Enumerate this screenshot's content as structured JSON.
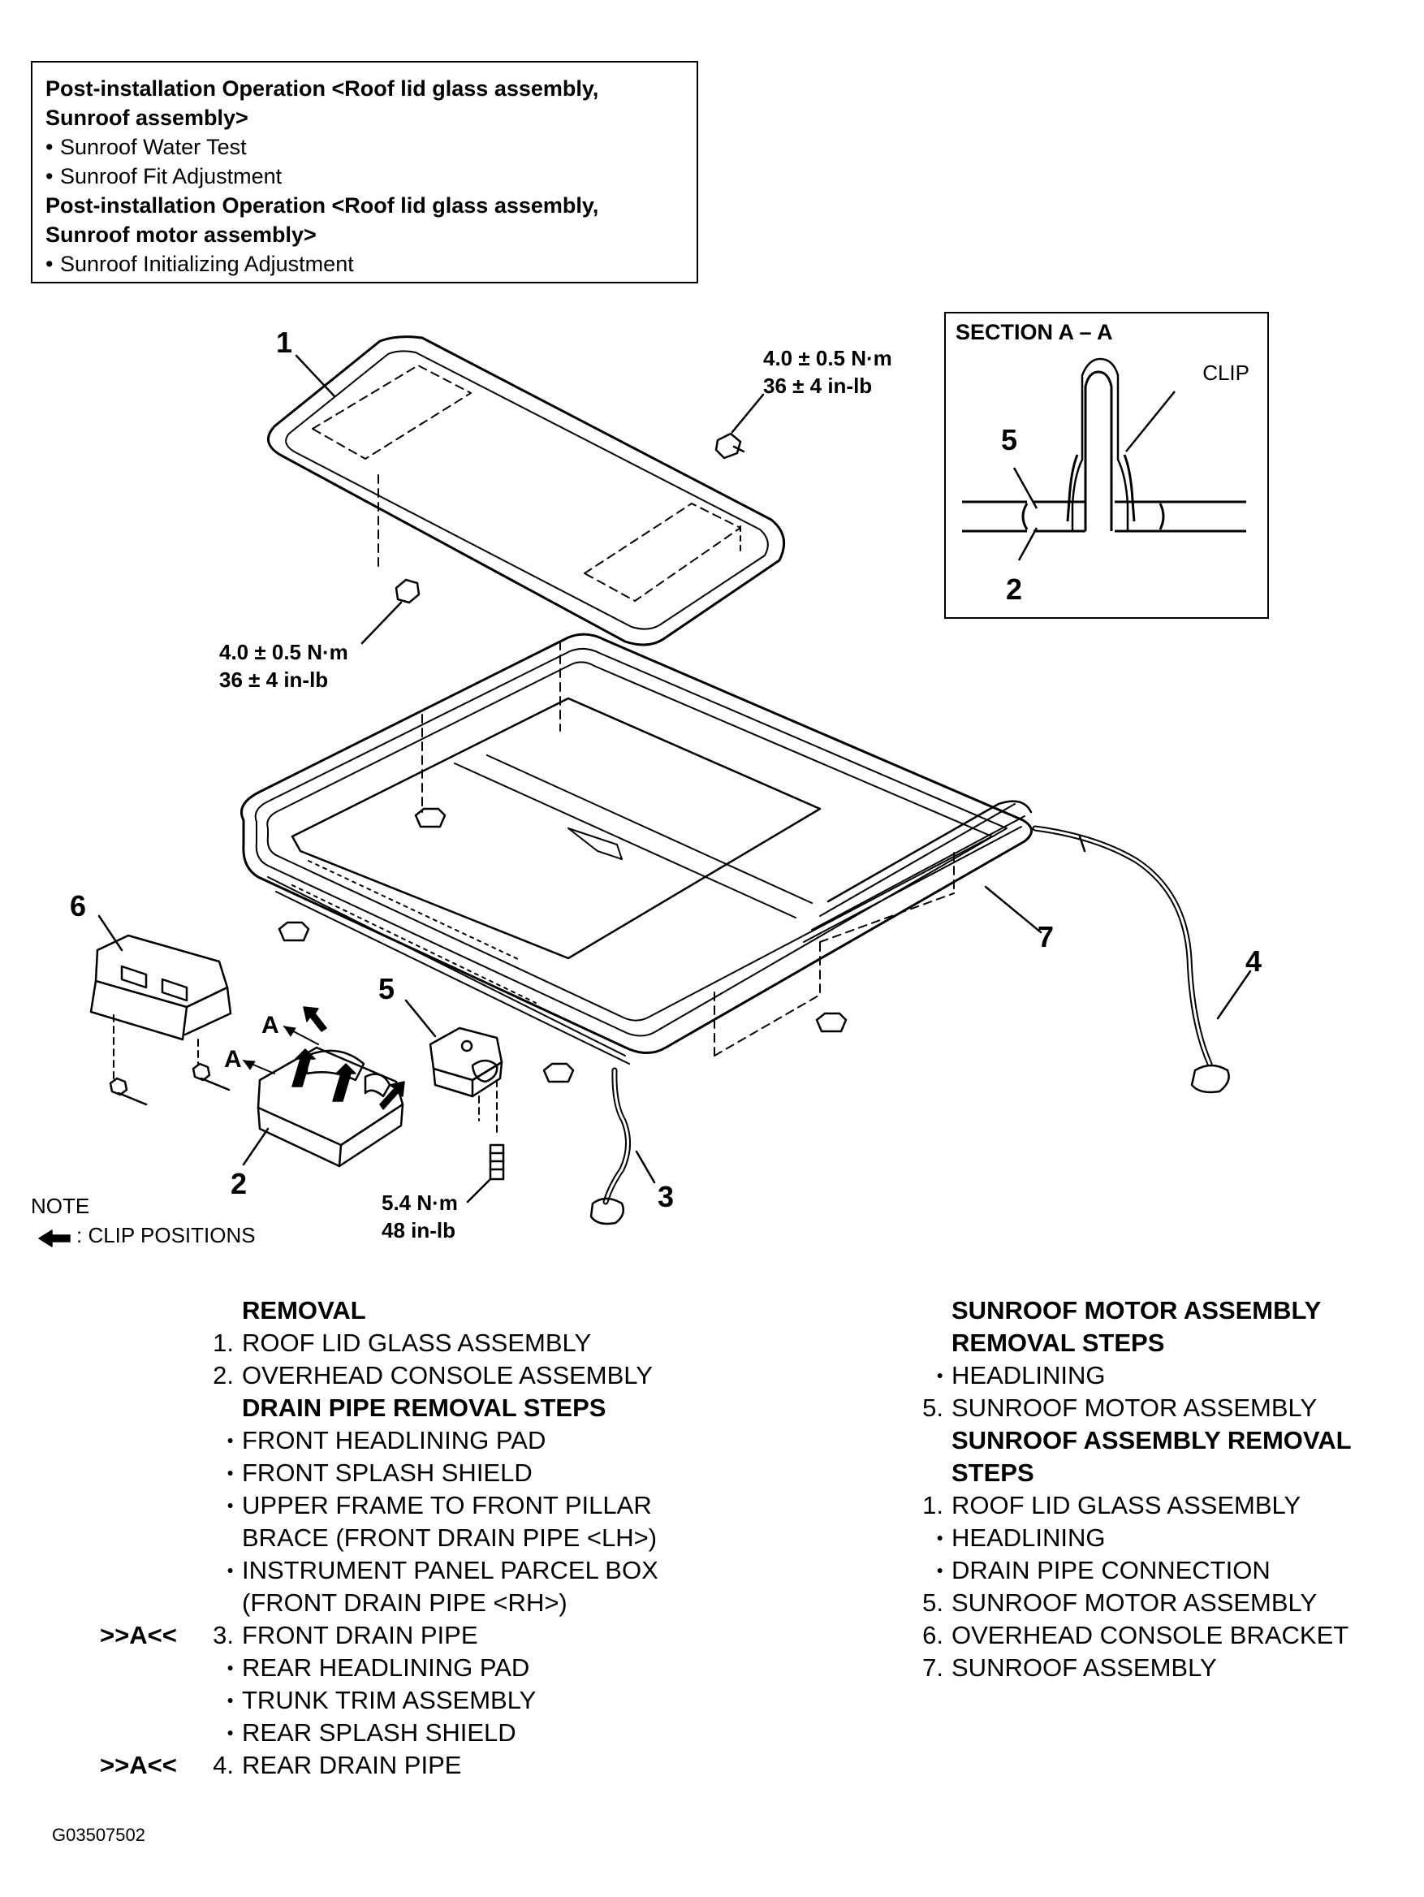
{
  "post_install": {
    "heading1_a": "Post-installation Operation <Roof lid glass assembly,",
    "heading1_b": "Sunroof assembly>",
    "item1": "Sunroof Water Test",
    "item2": "Sunroof Fit Adjustment",
    "heading2_a": "Post-installation Operation <Roof lid glass assembly,",
    "heading2_b": "Sunroof motor assembly>",
    "item3": "Sunroof Initializing Adjustment"
  },
  "section": {
    "title": "SECTION A – A",
    "clip_label": "CLIP",
    "callout_5": "5",
    "callout_2": "2"
  },
  "callouts": {
    "c1": "1",
    "c2": "2",
    "c3": "3",
    "c4": "4",
    "c5": "5",
    "c6": "6",
    "c7": "7",
    "a1": "A",
    "a2": "A"
  },
  "torques": {
    "top_right_nm": "4.0 ± 0.5 N·m",
    "top_right_inlb": "36 ± 4 in-lb",
    "left_nm": "4.0 ± 0.5 N·m",
    "left_inlb": "36 ± 4 in-lb",
    "motor_nm": "5.4 N·m",
    "motor_inlb": "48 in-lb"
  },
  "note": {
    "title": "NOTE",
    "legend": ": CLIP POSITIONS"
  },
  "removal": {
    "title": "REMOVAL",
    "s1": "ROOF LID GLASS ASSEMBLY",
    "s2": "OVERHEAD CONSOLE ASSEMBLY",
    "drain_title": "DRAIN PIPE REMOVAL STEPS",
    "d1": "FRONT HEADLINING PAD",
    "d2": "FRONT SPLASH SHIELD",
    "d3a": "UPPER FRAME TO FRONT PILLAR",
    "d3b": "BRACE (FRONT DRAIN PIPE <LH>)",
    "d4a": "INSTRUMENT PANEL PARCEL BOX",
    "d4b": "(FRONT DRAIN PIPE <RH>)",
    "d5": "FRONT DRAIN PIPE",
    "d6": "REAR HEADLINING PAD",
    "d7": "TRUNK TRIM ASSEMBLY",
    "d8": "REAR SPLASH SHIELD",
    "d9": "REAR DRAIN PIPE",
    "mark_a": ">>A<<",
    "n1": "1.",
    "n2": "2.",
    "n3": "3.",
    "n4": "4."
  },
  "motor": {
    "title_a": "SUNROOF MOTOR ASSEMBLY",
    "title_b": "REMOVAL STEPS",
    "m1": "HEADLINING",
    "m2": "SUNROOF MOTOR ASSEMBLY",
    "sun_title_a": "SUNROOF ASSEMBLY REMOVAL",
    "sun_title_b": "STEPS",
    "s1": "ROOF LID GLASS ASSEMBLY",
    "s2": "HEADLINING",
    "s3": "DRAIN PIPE CONNECTION",
    "s4": "SUNROOF MOTOR ASSEMBLY",
    "s5": "OVERHEAD CONSOLE BRACKET",
    "s6": "SUNROOF ASSEMBLY",
    "n5": "5.",
    "n1": "1.",
    "n6": "6.",
    "n7": "7."
  },
  "figure_code": "G03507502"
}
